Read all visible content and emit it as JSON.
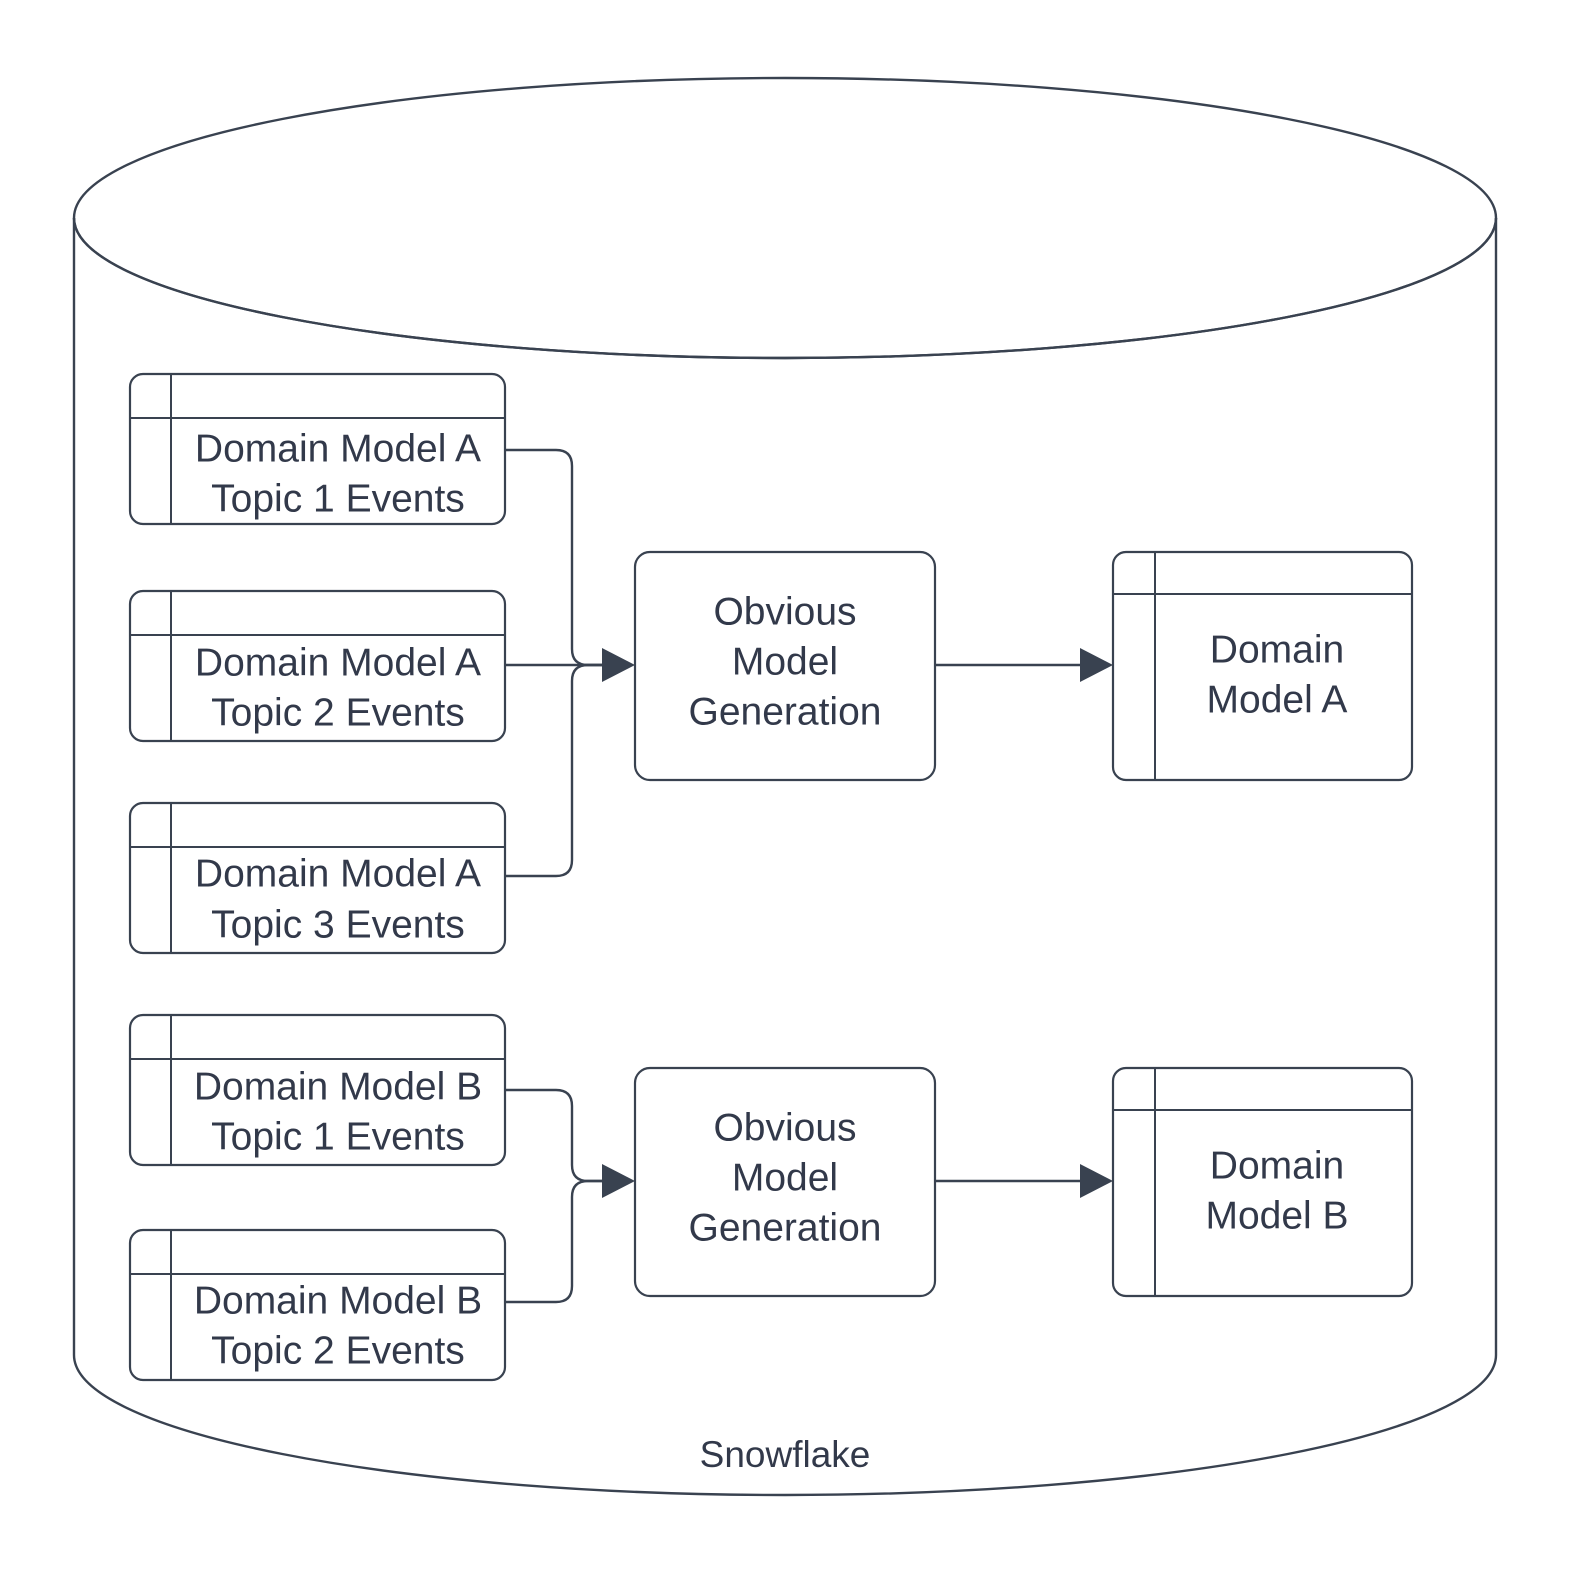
{
  "diagram": {
    "type": "flow-diagram",
    "container": {
      "name": "snowflake-cylinder",
      "label": "Snowflake",
      "shape": "cylinder"
    },
    "colors": {
      "stroke": "#394250",
      "text": "#32394a",
      "fill": "#ffffff",
      "background": "#ffffff"
    },
    "source_tables": [
      {
        "id": "a-topic-1",
        "line1": "Domain Model A",
        "line2": "Topic 1 Events",
        "group": "A"
      },
      {
        "id": "a-topic-2",
        "line1": "Domain Model A",
        "line2": "Topic 2 Events",
        "group": "A"
      },
      {
        "id": "a-topic-3",
        "line1": "Domain Model A",
        "line2": "Topic 3 Events",
        "group": "A"
      },
      {
        "id": "b-topic-1",
        "line1": "Domain Model B",
        "line2": "Topic 1 Events",
        "group": "B"
      },
      {
        "id": "b-topic-2",
        "line1": "Domain Model B",
        "line2": "Topic 2 Events",
        "group": "B"
      }
    ],
    "processes": [
      {
        "id": "gen-a",
        "line1": "Obvious",
        "line2": "Model",
        "line3": "Generation",
        "group": "A"
      },
      {
        "id": "gen-b",
        "line1": "Obvious",
        "line2": "Model",
        "line3": "Generation",
        "group": "B"
      }
    ],
    "outputs": [
      {
        "id": "model-a",
        "line1": "Domain",
        "line2": "Model A",
        "group": "A"
      },
      {
        "id": "model-b",
        "line1": "Domain",
        "line2": "Model B",
        "group": "B"
      }
    ],
    "edges": [
      {
        "from": "a-topic-1",
        "to": "gen-a",
        "arrow": true
      },
      {
        "from": "a-topic-2",
        "to": "gen-a",
        "arrow": true
      },
      {
        "from": "a-topic-3",
        "to": "gen-a",
        "arrow": true
      },
      {
        "from": "gen-a",
        "to": "model-a",
        "arrow": true
      },
      {
        "from": "b-topic-1",
        "to": "gen-b",
        "arrow": true
      },
      {
        "from": "b-topic-2",
        "to": "gen-b",
        "arrow": true
      },
      {
        "from": "gen-b",
        "to": "model-b",
        "arrow": true
      }
    ]
  }
}
